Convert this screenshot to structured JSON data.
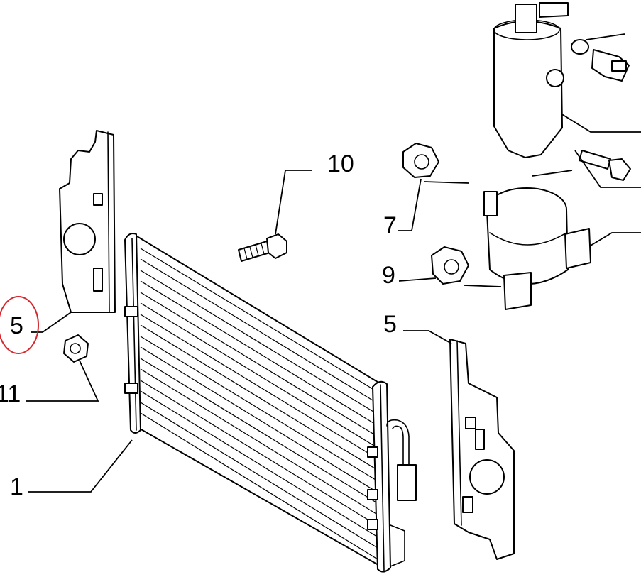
{
  "labels": {
    "callout_10": "10",
    "callout_7": "7",
    "callout_9": "9",
    "callout_5_left": "5",
    "callout_5_right": "5",
    "callout_11": "11",
    "callout_1": "1"
  },
  "colors": {
    "line": "#000000",
    "background": "#ffffff",
    "highlight_circle": "#d2262c"
  }
}
